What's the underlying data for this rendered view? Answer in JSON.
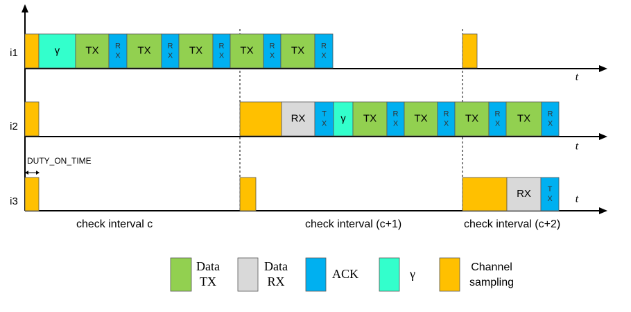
{
  "colors": {
    "data_tx": "#92D050",
    "data_rx": "#D9D9D9",
    "ack": "#00B0F0",
    "gamma": "#33FFCC",
    "channel_sampling": "#FFC000",
    "axis": "#000000"
  },
  "rows": [
    {
      "label": "i1",
      "axis_label": "t"
    },
    {
      "label": "i2",
      "axis_label": "t"
    },
    {
      "label": "i3",
      "axis_label": "t"
    }
  ],
  "duty_on_time_label": "DUTY_ON_TIME",
  "check_intervals": [
    {
      "label": "check interval c"
    },
    {
      "label": "check interval (c+1)"
    },
    {
      "label": "check interval (c+2)"
    }
  ],
  "block_texts": {
    "tx": "TX",
    "rx": "RX",
    "ack_rx": "R\nX",
    "ack_tx": "T\nX",
    "gamma": "γ"
  },
  "legend": [
    {
      "key": "data_tx",
      "label": "Data\nTX"
    },
    {
      "key": "data_rx",
      "label": "Data\nRX"
    },
    {
      "key": "ack",
      "label": "ACK"
    },
    {
      "key": "gamma",
      "label": "γ"
    },
    {
      "key": "channel_sampling",
      "label": "Channel\nsampling"
    }
  ]
}
